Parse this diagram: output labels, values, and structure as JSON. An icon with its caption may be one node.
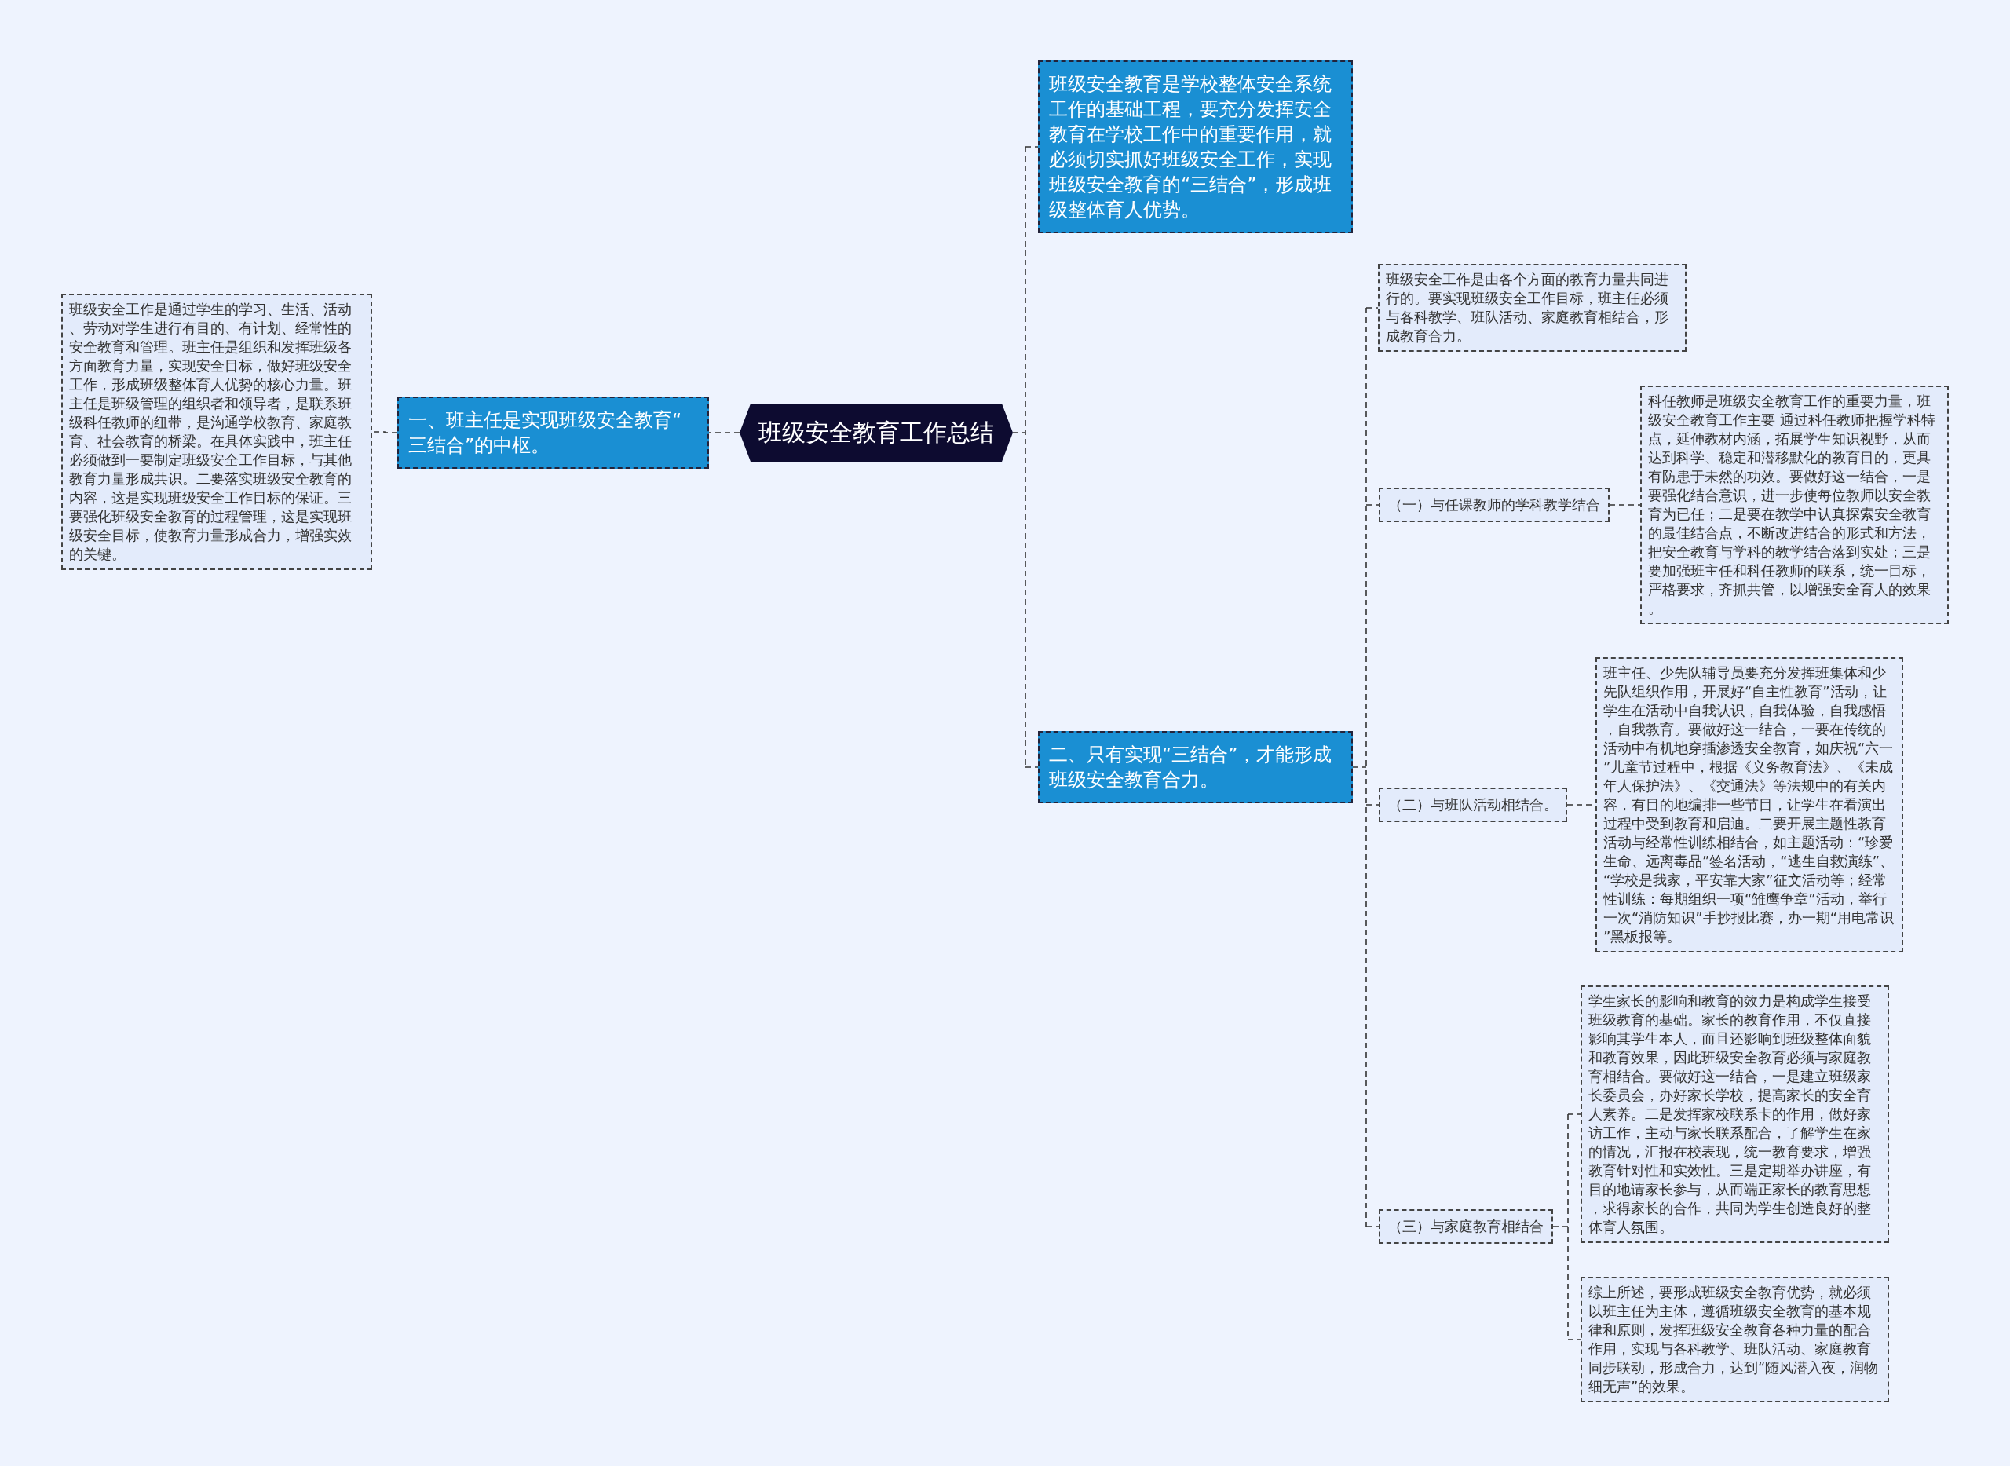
{
  "diagram": {
    "nodes": [
      {
        "text": [
          "班级安全教育工作总结"
        ]
      },
      {
        "text": [
          "一、班主任是实现班级安全教育“三结合”的中枢。"
        ]
      },
      {
        "text": [
          "班级安全工作是通过学生的学习、生活、活动、劳动对学生进行有目的、有计划、经常性的安全教育和管理。班主任是组织和发挥班级各方面教育力量，实现安全目标，做好班级安全工作，形成班级整体育人优势的核心力量。班主任是班级管理的组织者和领导者，是联系班级科任教师的纽带，是沟通学校教育、家庭教育、社会教育的桥梁。在具体实践中，班主任必须做到一要制定班级安全工作目标，与其他教育力量形成共识。二要落实班级安全教育的内容，这是实现班级安全工作目标的保证。三要强化班级安全教育的过程管理，这是实现班级安全目标，使教育力量形成合力，增强实效的关键。"
        ]
      },
      {
        "text": [
          "班级安全教育是学校整体安全系统工作的基础工程，要充分发挥安全教育在学校工作中的重要作用，就必须切实抓好班级安全工作，实现班级安全教育的“三结合”，形成班级整体育人优势。"
        ]
      },
      {
        "text": [
          "二、只有实现“三结合”，才能形成班级安全教育合力。"
        ]
      },
      {
        "text": [
          "班级安全工作是由各个方面的教育力量共同进行的。要实现班级安全工作目标，班主任必须与各科教学、班队活动、家庭教育相结合，形成教育合力。"
        ]
      },
      {
        "text": [
          "（一）与任课教师的学科教学结合"
        ]
      },
      {
        "text": [
          "科任教师是班级安全教育工作的重要力量，班级安全教育工作主要 通过科任教师把握学科特点，延伸教材内涵，拓展学生知识视野，从而达到科学、稳定和潜移默化的教育目的，更具有防患于未然的功效。要做好这一结合，一是要强化结合意识，进一步使每位教师以安全教育为已任；二是要在教学中认真探索安全教育的最佳结合点，不断改进结合的形式和方法，把安全教育与学科的教学结合落到实处；三是要加强班主任和科任教师的联系，统一目标，严格要求，齐抓共管，以增强安全育人的效果。"
        ]
      },
      {
        "text": [
          "（二）与班队活动相结合。"
        ]
      },
      {
        "text": [
          "班主任、少先队辅导员要充分发挥班集体和少先队组织作用，开展好“自主性教育”活动，让学生在活动中自我认识，自我体验，自我感悟，自我教育。要做好这一结合，一要在传统的活动中有机地穿插渗透安全教育，如庆祝“六一”儿童节过程中，根据《义务教育法》、《未成年人保护法》、《交通法》等法规中的有关内容，有目的地编排一些节目，让学生在看演出过程中受到教育和启迪。二要开展主题性教育活动与经常性训练相结合，如主题活动：“珍爱生命、远离毒品”签名活动，“逃生自救演练”、“学校是我家，平安靠大家”征文活动等；经常性训练：每期组织一项“雏鹰争章”活动，举行一次“消防知识”手抄报比赛，办一期“用电常识”黑板报等。"
        ]
      },
      {
        "text": [
          "（三）与家庭教育相结合"
        ]
      },
      {
        "text": [
          "学生家长的影响和教育的效力是构成学生接受班级教育的基础。家长的教育作用，不仅直接影响其学生本人，而且还影响到班级整体面貌和教育效果，因此班级安全教育必须与家庭教育相结合。要做好这一结合，一是建立班级家长委员会，办好家长学校，提高家长的安全育人素养。二是发挥家校联系卡的作用，做好家访工作，主动与家长联系配合，了解学生在家的情况，汇报在校表现，统一教育要求，增强教育针对性和实效性。三是定期举办讲座，有目的地请家长参与，从而端正家长的教育思想，求得家长的合作，共同为学生创造良好的整体育人氛围。"
        ]
      },
      {
        "text": [
          "综上所述，要形成班级安全教育优势，就必须以班主任为主体，遵循班级安全教育的基本规律和原则，发挥班级安全教育各种力量的配合作用，实现与各科教学、班队活动、家庭教育同步联动，形成合力，达到“随风潜入夜，润物细无声”的效果。"
        ]
      }
    ],
    "edges": [
      {
        "from": 0,
        "to": 1,
        "arrow": "none"
      },
      {
        "from": 1,
        "to": 2,
        "arrow": "none"
      },
      {
        "from": 0,
        "to": 3,
        "arrow": "none"
      },
      {
        "from": 0,
        "to": 4,
        "arrow": "none"
      },
      {
        "from": 4,
        "to": 5,
        "arrow": "none"
      },
      {
        "from": 4,
        "to": 6,
        "arrow": "none"
      },
      {
        "from": 6,
        "to": 7,
        "arrow": "none"
      },
      {
        "from": 4,
        "to": 8,
        "arrow": "none"
      },
      {
        "from": 8,
        "to": 9,
        "arrow": "none"
      },
      {
        "from": 4,
        "to": 10,
        "arrow": "none"
      },
      {
        "from": 10,
        "to": 11,
        "arrow": "none"
      },
      {
        "from": 10,
        "to": 12,
        "arrow": "none"
      }
    ]
  }
}
